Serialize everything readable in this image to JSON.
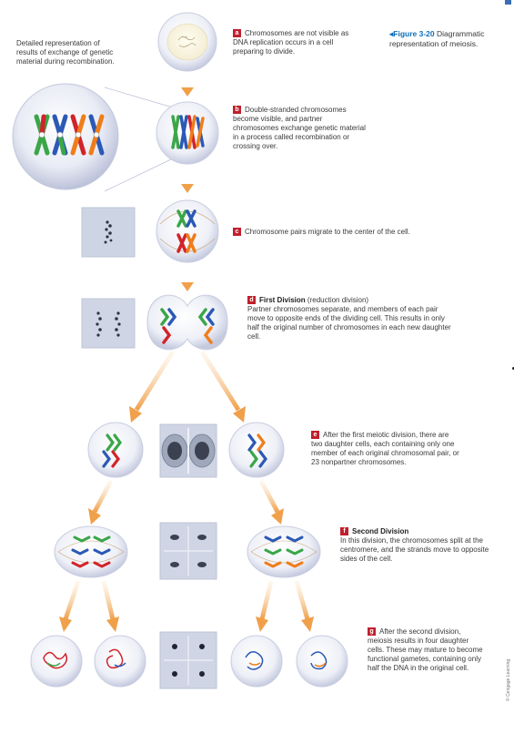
{
  "figure": {
    "label": "Figure 3-20",
    "title": "Diagrammatic representation of meiosis."
  },
  "detail_caption": "Detailed representation of results of exchange of genetic material during recombination.",
  "steps": [
    {
      "letter": "a",
      "heading": "",
      "text": "Chromosomes are not visible as DNA replication occurs in a cell preparing to divide."
    },
    {
      "letter": "b",
      "heading": "",
      "text": "Double-stranded chromosomes become visible, and partner chromosomes exchange genetic material in a process called recombination or crossing over."
    },
    {
      "letter": "c",
      "heading": "",
      "text": "Chromosome pairs migrate to the center of the cell."
    },
    {
      "letter": "d",
      "heading": "First Division",
      "heading_note": "(reduction division)",
      "text": "Partner chromosomes separate, and members of each pair move to opposite ends of the dividing cell. This results in only half the original number of chromosomes in each new daughter cell."
    },
    {
      "letter": "e",
      "heading": "",
      "text": "After the first meiotic division, there are two daughter cells, each containing only one member of each original chromosomal pair, or 23 nonpartner chromosomes."
    },
    {
      "letter": "f",
      "heading": "Second Division",
      "text": "In this division, the chromosomes split at the centromere, and the strands move to opposite sides of the cell."
    },
    {
      "letter": "g",
      "heading": "",
      "text": "After the second division, meiosis results in four daughter cells. These may mature to become functional gametes, containing only half the DNA in the original cell."
    }
  ],
  "copyright": "© Cengage Learning",
  "colors": {
    "badge": "#c0202d",
    "figure_label": "#0d6fb8",
    "arrow": "#f0a04a",
    "chrom_red": "#d2232a",
    "chrom_blue": "#2b59b5",
    "chrom_green": "#3aa648",
    "chrom_orange": "#ef7d1a",
    "cell_fill": "#eef0f7",
    "cell_edge": "#c9cde0"
  }
}
